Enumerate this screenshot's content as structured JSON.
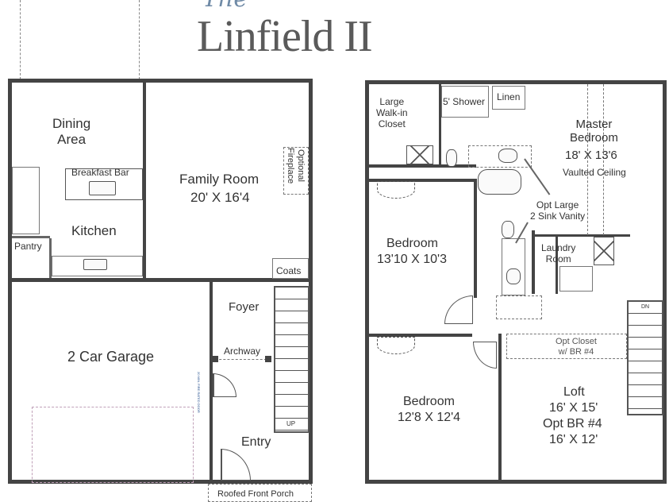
{
  "title": {
    "prefix": "The",
    "name": "Linfield II"
  },
  "first_floor": {
    "rooms": {
      "dining": "Dining\nArea",
      "breakfast_bar": "Breakfast Bar",
      "kitchen": "Kitchen",
      "pantry": "Pantry",
      "family_room": "Family Room",
      "family_room_size": "20' X 16'4",
      "fireplace": "Optional\nFireplace",
      "coats": "Coats",
      "foyer": "Foyer",
      "archway": "Archway",
      "garage": "2 Car Garage",
      "fire_door": "20 MIN. FIRE RATED DOOR",
      "up": "UP",
      "entry": "Entry",
      "porch": "Roofed Front Porch"
    }
  },
  "second_floor": {
    "rooms": {
      "closet": "Large\nWalk-in\nCloset",
      "shower": "5' Shower",
      "linen": "Linen",
      "master": "Master\nBedroom",
      "master_size": "18' X 13'6",
      "vaulted": "Vaulted Ceiling",
      "vanity": "Opt Large\n2 Sink Vanity",
      "bedroom1": "Bedroom",
      "bedroom1_size": "13'10 X 10'3",
      "laundry": "Laundry\nRoom",
      "dn": "DN",
      "opt_closet": "Opt Closet\nw/ BR #4",
      "bedroom2": "Bedroom",
      "bedroom2_size": "12'8 X 12'4",
      "loft": "Loft",
      "loft_size": "16' X 15'",
      "opt_br": "Opt BR #4",
      "opt_br_size": "16' X 12'"
    }
  }
}
